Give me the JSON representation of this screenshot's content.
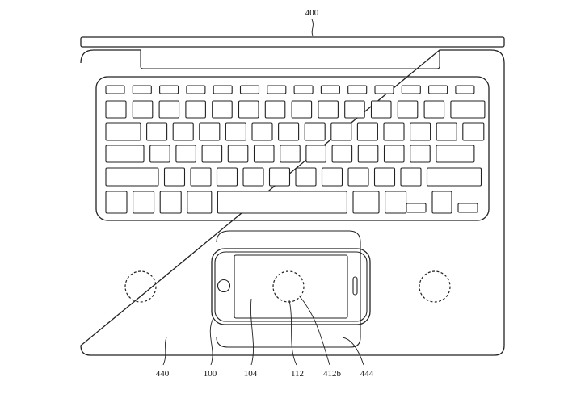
{
  "figure": {
    "labels": {
      "device_lid": "400",
      "base_surface": "440",
      "phone": "100",
      "phone_screen": "104",
      "coil_center": "112",
      "coil_ring": "412b",
      "charging_pad": "444"
    }
  }
}
